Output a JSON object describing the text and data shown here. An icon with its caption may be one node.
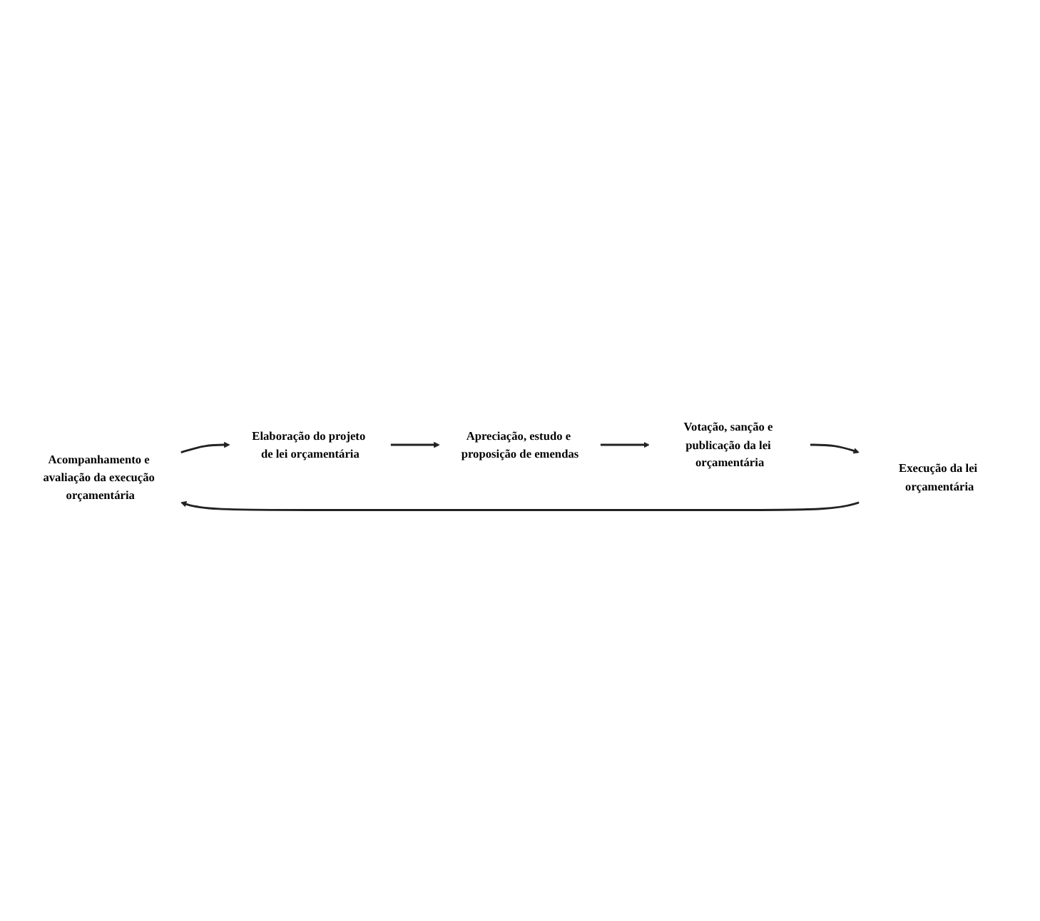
{
  "diagram": {
    "nodes": [
      {
        "text": [
          "Acompanhamento e avaliação da execução orçamentária"
        ]
      },
      {
        "text": [
          "Elaboração do projeto de lei orçamentária"
        ]
      },
      {
        "text": [
          "Apreciação, estudo e proposição de emendas"
        ]
      },
      {
        "text": [
          "Execução da lei orçamentária"
        ]
      },
      {
        "text": [
          "Votação, sanção e publicação da lei orçamentária"
        ]
      }
    ],
    "edges": [
      {
        "from": 0,
        "to": 1,
        "arrow": "to"
      },
      {
        "from": 1,
        "to": 2,
        "arrow": "to"
      },
      {
        "from": 2,
        "to": 4,
        "arrow": "to"
      },
      {
        "from": 4,
        "to": 3,
        "arrow": "to"
      },
      {
        "from": 3,
        "to": 0,
        "arrow": "to"
      }
    ]
  }
}
